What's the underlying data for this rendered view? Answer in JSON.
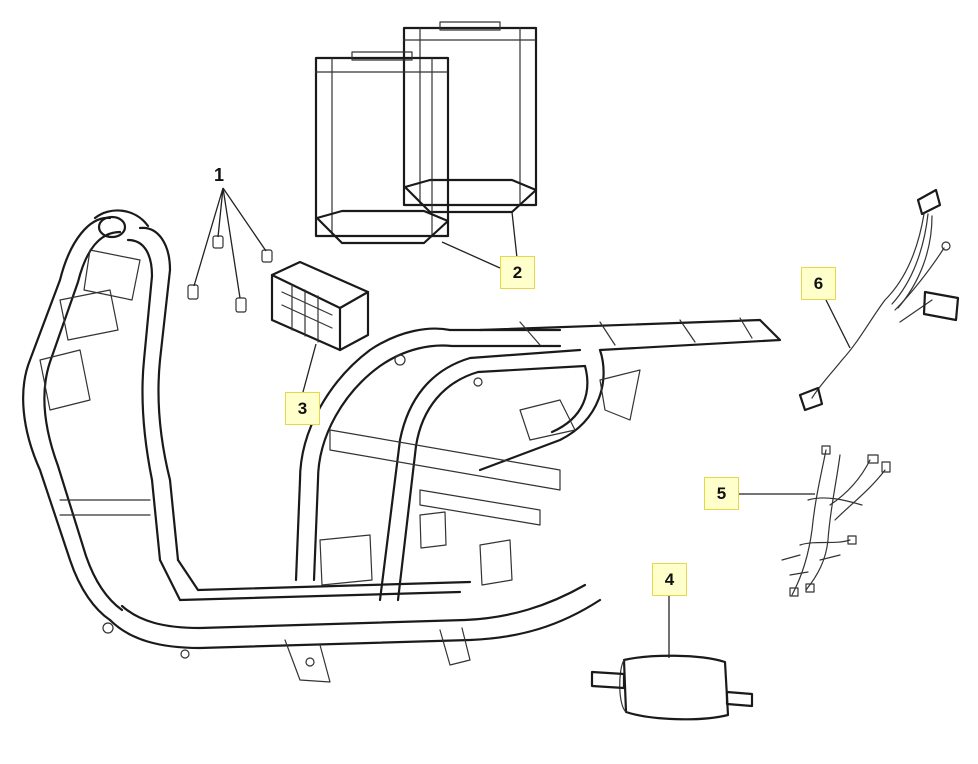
{
  "callouts": [
    {
      "number": "1",
      "part": "bolts"
    },
    {
      "number": "2",
      "part": "battery-boxes"
    },
    {
      "number": "3",
      "part": "fuse-box"
    },
    {
      "number": "4",
      "part": "inline-component"
    },
    {
      "number": "5",
      "part": "wiring-harness"
    },
    {
      "number": "6",
      "part": "sub-harness"
    }
  ],
  "colors": {
    "callout_fill": "#ffffcc",
    "callout_border": "#e6d84a",
    "line": "#1a1a1a",
    "background": "#ffffff"
  }
}
